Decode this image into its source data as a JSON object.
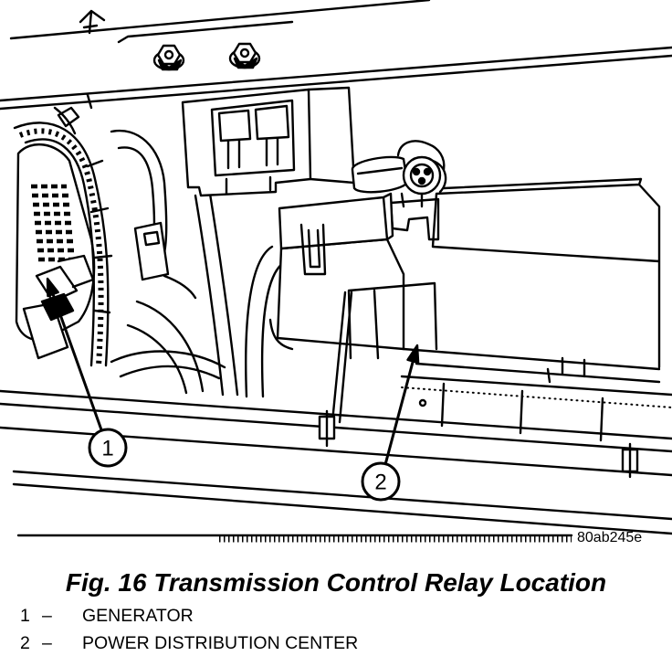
{
  "figure": {
    "code": "80ab245e",
    "caption": "Fig. 16 Transmission Control Relay Location",
    "callouts": [
      {
        "number": "1"
      },
      {
        "number": "2"
      }
    ],
    "legend": [
      {
        "number": "1",
        "separator": "–",
        "label": "GENERATOR"
      },
      {
        "number": "2",
        "separator": "–",
        "label": "POWER DISTRIBUTION CENTER"
      }
    ]
  },
  "colors": {
    "ink": "#000000",
    "paper": "#ffffff"
  }
}
